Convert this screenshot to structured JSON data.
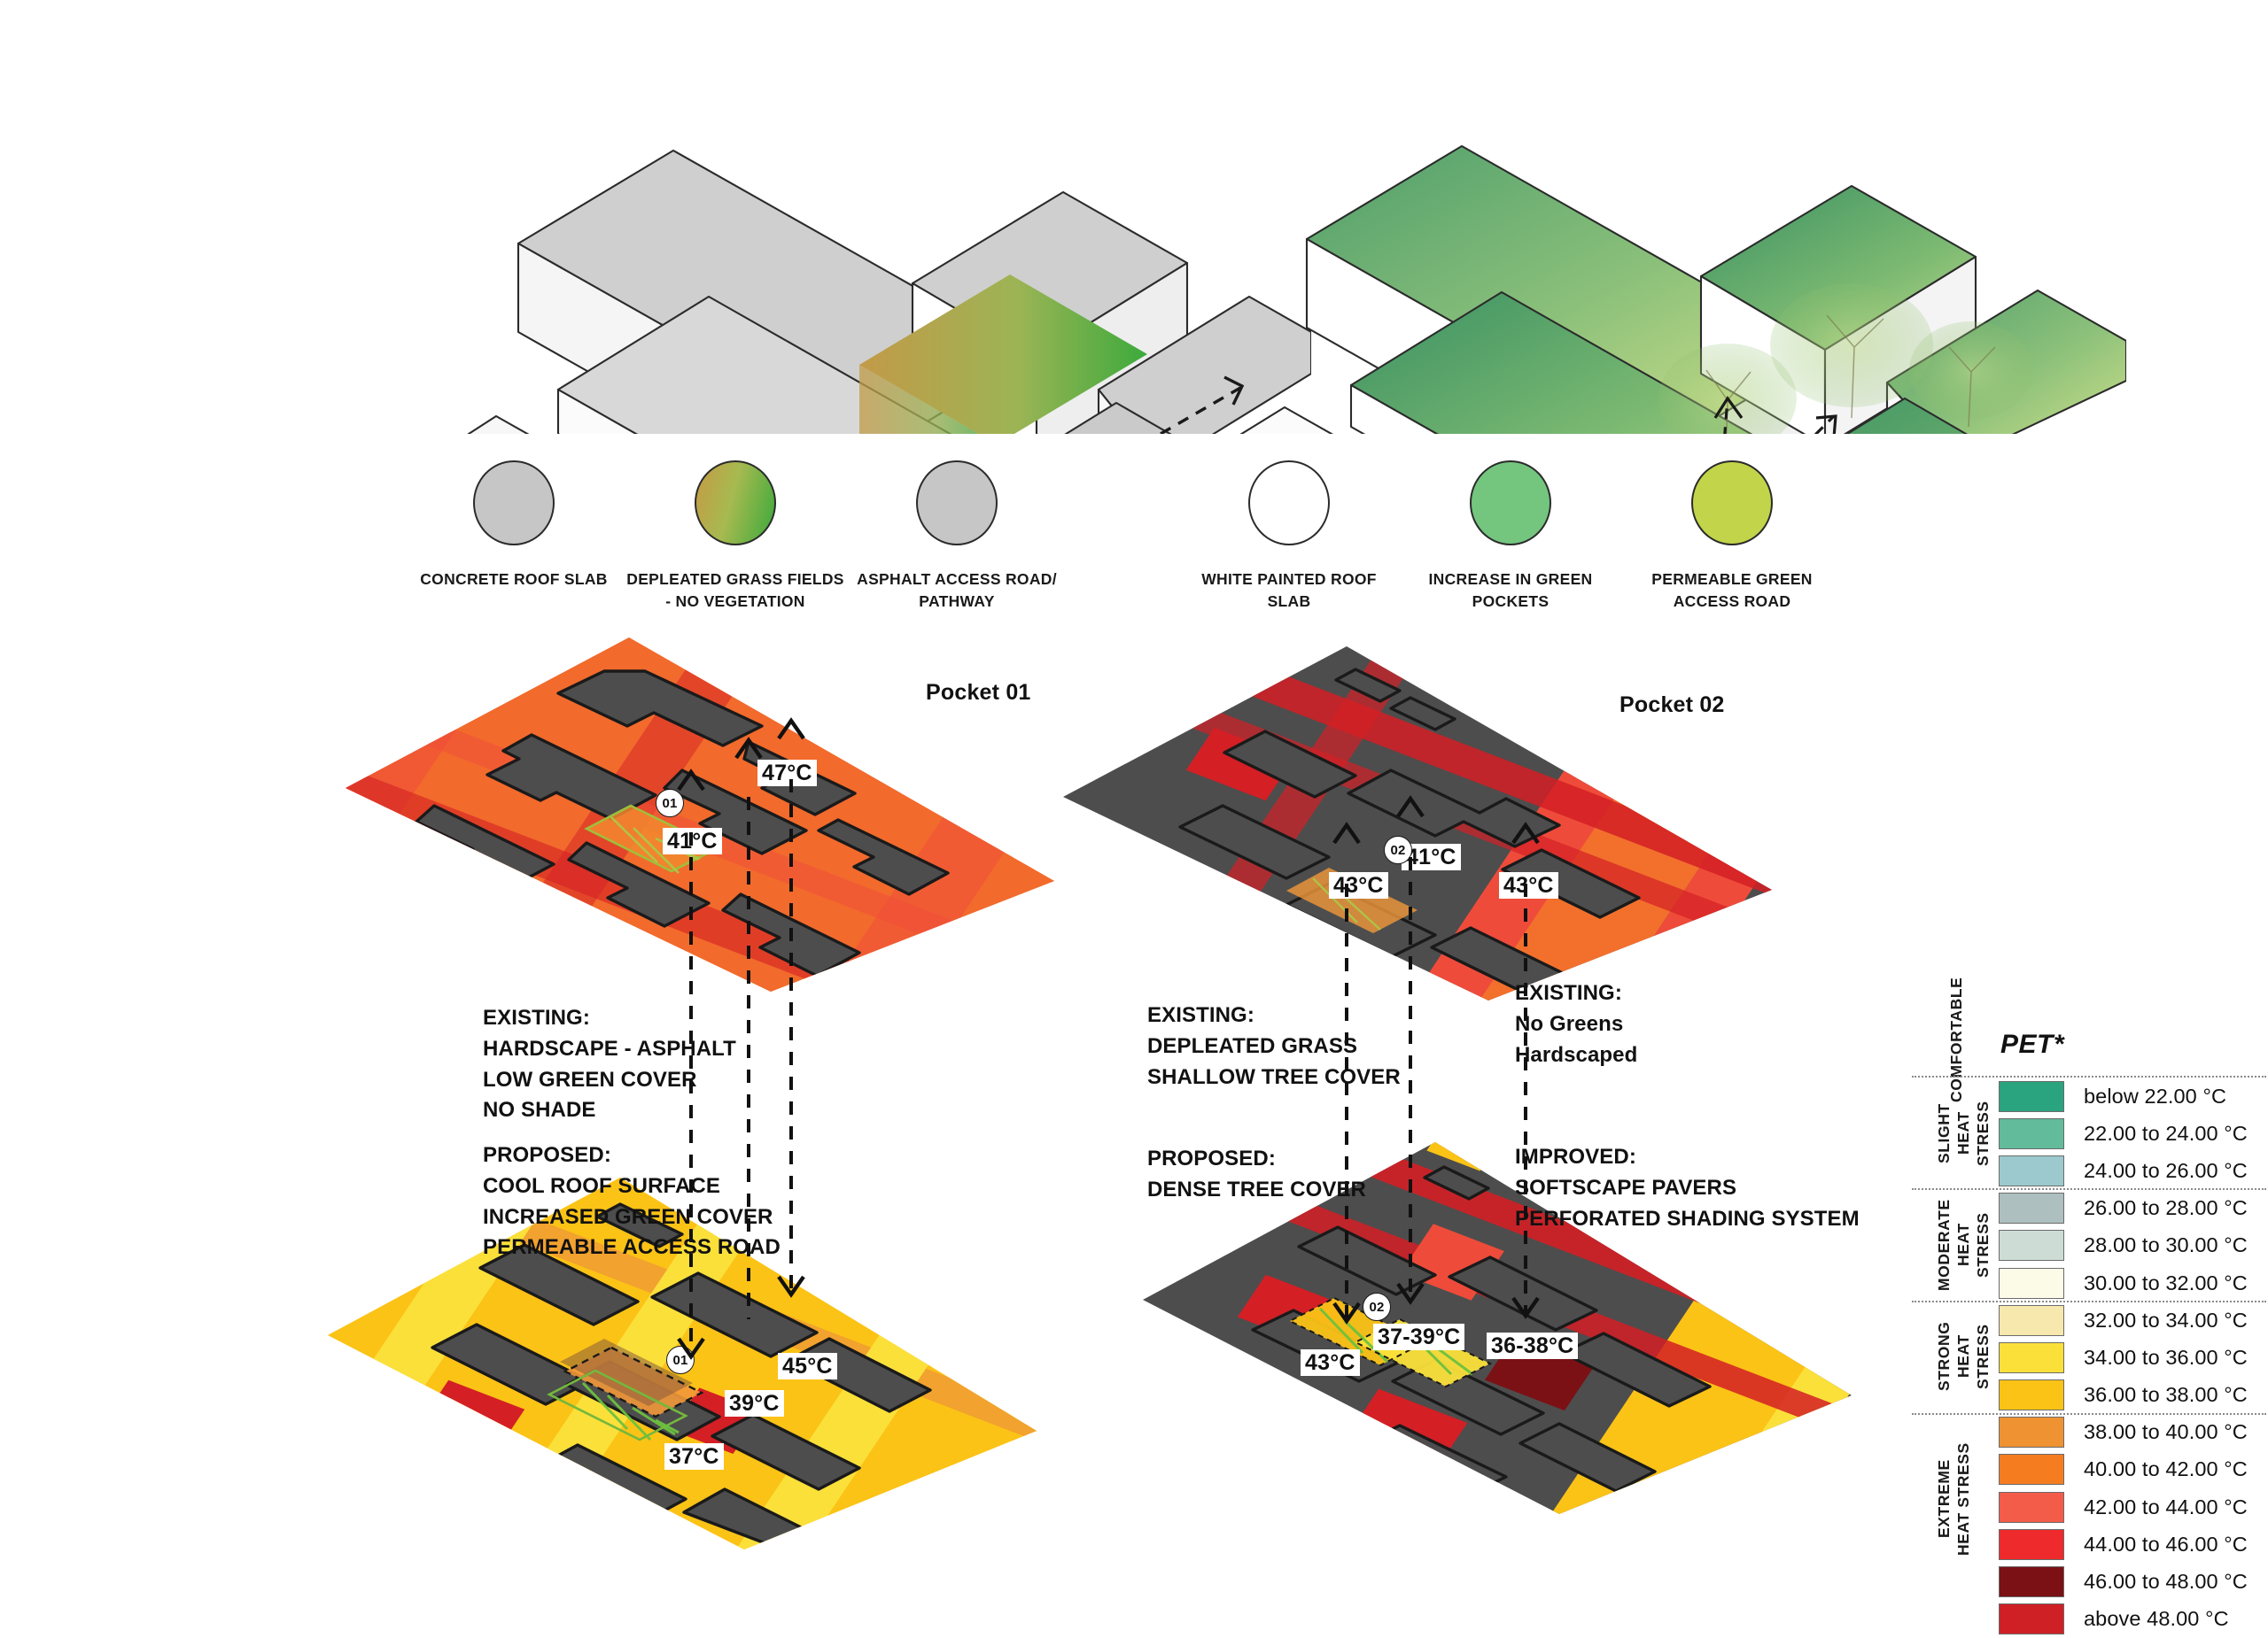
{
  "materials_existing": [
    {
      "label": "CONCRETE ROOF\nSLAB",
      "fill": "#c6c6c6",
      "name": "concrete-roof-slab"
    },
    {
      "label": "DEPLEATED\nGRASS FIELDS -\nNO VEGETATION",
      "fill": "gradient-grass",
      "name": "depleated-grass-fields"
    },
    {
      "label": "ASPHALT ACCESS\nROAD/ PATHWAY",
      "fill": "#c6c6c6",
      "name": "asphalt-access-road"
    }
  ],
  "materials_proposed": [
    {
      "label": "WHITE PAINTED\nROOF SLAB",
      "fill": "#ffffff",
      "name": "white-painted-roof-slab"
    },
    {
      "label": "INCREASE IN\nGREEN POCKETS",
      "fill": "#74c67f",
      "name": "increase-in-green-pockets"
    },
    {
      "label": "PERMEABLE\nGREEN ACCESS\nROAD",
      "fill": "#c2d449",
      "name": "permeable-green-access-road"
    }
  ],
  "pockets": {
    "pocket01": {
      "title": "Pocket 01",
      "marker_top": "01",
      "marker_bottom": "01",
      "temps_top": [
        "47°C",
        "41°C"
      ],
      "temps_bottom": [
        "45°C",
        "39°C",
        "37°C"
      ]
    },
    "pocket02": {
      "title": "Pocket 02",
      "marker_top": "02",
      "marker_bottom": "02",
      "temps_top": [
        "43°C",
        "41°C",
        "43°C"
      ],
      "temps_bottom": [
        "43°C",
        "37-39°C",
        "36-38°C"
      ]
    }
  },
  "notes": {
    "left_existing": "EXISTING:\nHARDSCAPE - ASPHALT\nLOW GREEN COVER\nNO SHADE",
    "left_proposed": "PROPOSED:\nCOOL ROOF SURFACE\nINCREASED GREEN COVER\nPERMEABLE ACCESS ROAD",
    "mid_existing": "EXISTING:\nDEPLEATED GRASS\nSHALLOW TREE COVER",
    "mid_proposed": "PROPOSED:\nDENSE TREE COVER",
    "right_existing": "EXISTING:\nNo Greens\nHardscaped",
    "right_improved": "IMPROVED:\nSOFTSCAPE PAVERS\nPERFORATED SHADING SYSTEM"
  },
  "chart_data": {
    "type": "table",
    "title": "PET*",
    "xlabel": "",
    "ylabel": "",
    "categories": [
      "below 22.00 °C",
      "22.00 to 24.00 °C",
      "24.00 to 26.00 °C",
      "26.00 to 28.00 °C",
      "28.00 to 30.00 °C",
      "30.00 to 32.00 °C",
      "32.00 to 34.00 °C",
      "34.00 to 36.00 °C",
      "36.00 to 38.00 °C",
      "38.00 to 40.00 °C",
      "40.00 to 42.00 °C",
      "42.00 to 44.00 °C",
      "44.00 to 46.00 °C",
      "46.00 to 48.00 °C",
      "above 48.00 °C"
    ],
    "values": [
      "#2aa37f",
      "#62bb9a",
      "#9cc9cd",
      "#aebfc0",
      "#cdddd5",
      "#fcfbe8",
      "#f7e8ad",
      "#fbe03a",
      "#fbc316",
      "#ef9232",
      "#f57d20",
      "#f45c4a",
      "#ee2a2c",
      "#7b1114",
      "#cf2026"
    ],
    "stress_bands": [
      {
        "label": "COMFORTABLE",
        "count": 1
      },
      {
        "label": "SLIGHT\nHEAT STRESS",
        "count": 3
      },
      {
        "label": "MODERATE\nHEAT STRESS",
        "count": 3
      },
      {
        "label": "STRONG\nHEAT STRESS",
        "count": 3
      },
      {
        "label": "EXTREME\nHEAT STRESS",
        "count": 5
      }
    ]
  }
}
